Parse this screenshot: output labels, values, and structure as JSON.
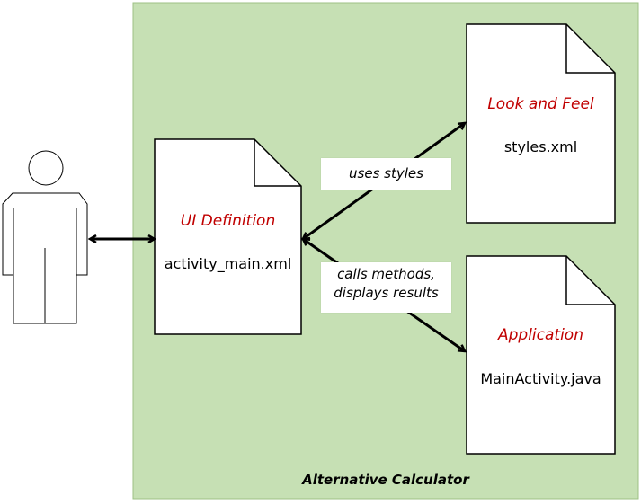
{
  "colors": {
    "container_fill": "#c6e0b4",
    "container_stroke": "#9dc184",
    "title_red": "#c00000",
    "doc_fill": "#ffffff",
    "doc_stroke": "#000000"
  },
  "container": {
    "label": "Alternative Calculator"
  },
  "actor": {
    "icon": "user-icon"
  },
  "documents": {
    "ui_definition": {
      "title": "UI Definition",
      "file": "activity_main.xml"
    },
    "look_and_feel": {
      "title": "Look and Feel",
      "file": "styles.xml"
    },
    "application": {
      "title": "Application",
      "file": "MainActivity.java"
    }
  },
  "edges": {
    "uses_styles": "uses styles",
    "calls_methods": {
      "line1": "calls methods,",
      "line2": "displays results"
    }
  }
}
